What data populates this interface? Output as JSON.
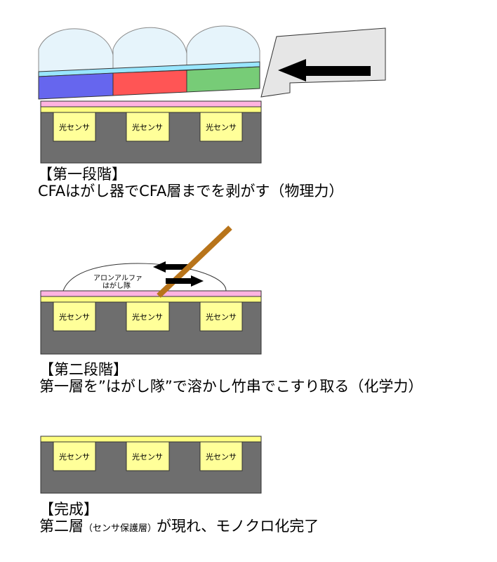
{
  "sensor_label": "光センサ",
  "team_label_line1": "アロンアルファ",
  "team_label_line2": "はがし隊",
  "stage1": {
    "heading": "【第一段階】",
    "description": "CFAはがし器でCFA層までを剥がす（物理力）"
  },
  "stage2": {
    "heading": "【第二段階】",
    "description": "第一層を”はがし隊”で溶かし竹串でこすり取る（化学力）"
  },
  "stage3": {
    "heading": "【完成】",
    "description_a": "第二層",
    "description_small": "（センサ保護層）",
    "description_b": "が現れ、モノクロ化完了"
  },
  "colors": {
    "substrate": "#6e6e6e",
    "sensor": "#ffff99",
    "yellow_layer": "#ffff80",
    "pink_layer": "#ffb3e0",
    "blue_filter": "#6666ee",
    "red_filter": "#ff5555",
    "green_filter": "#77cc77",
    "cyan_layer": "#99e6ff",
    "lens": "#e6f4fb",
    "scraper": "#e6e6e6",
    "bamboo": "#b8741a"
  }
}
